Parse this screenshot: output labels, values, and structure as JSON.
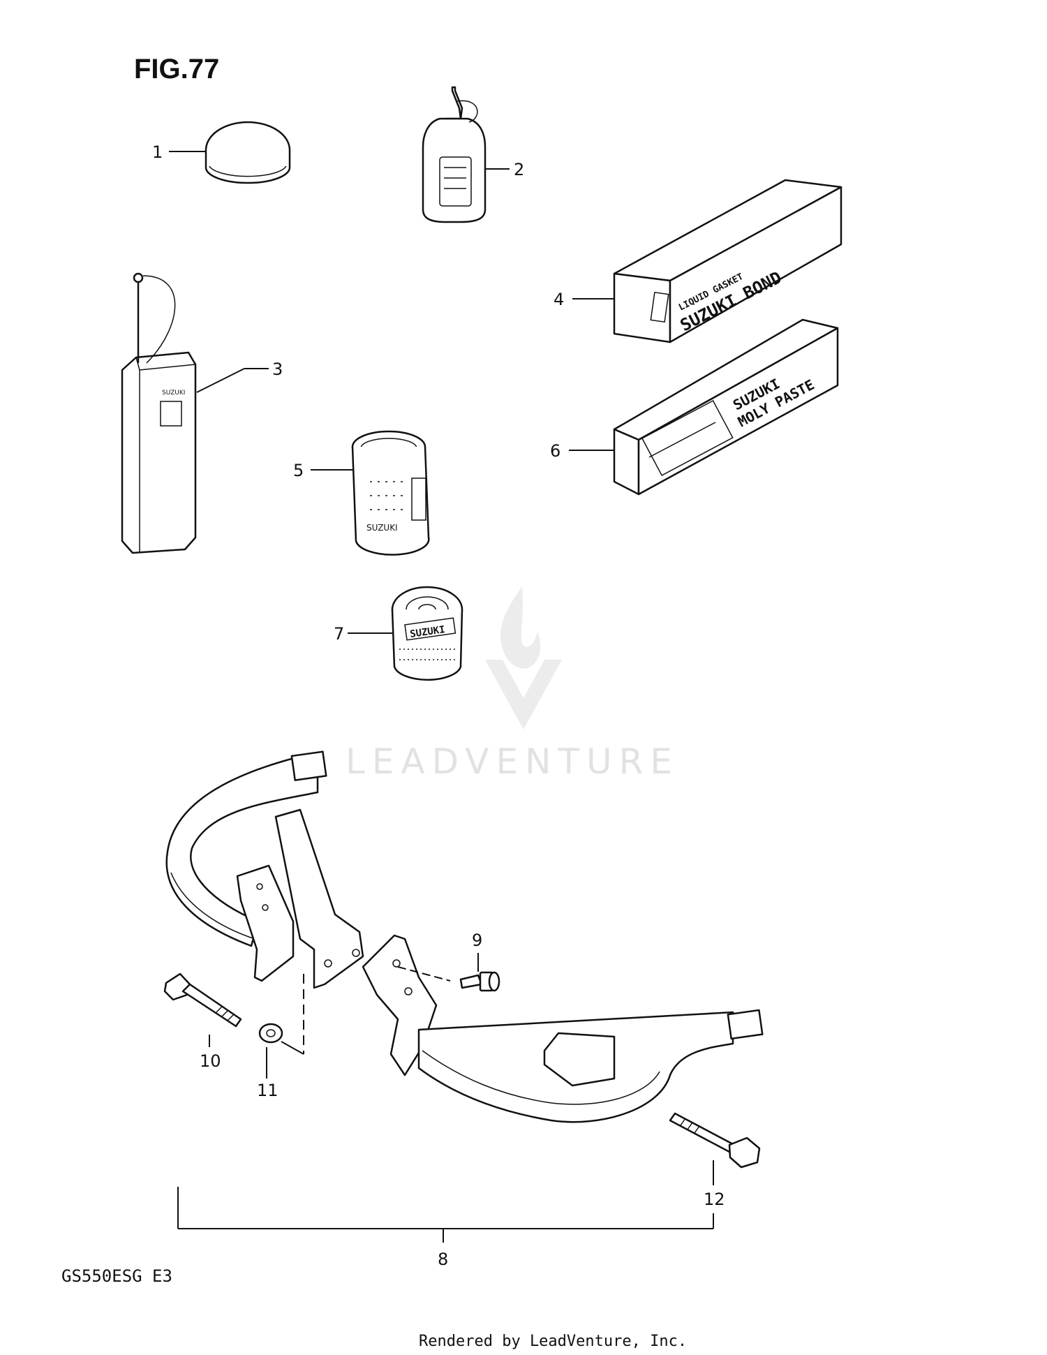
{
  "figure": {
    "title": "FIG.77"
  },
  "callouts": [
    {
      "id": "1",
      "label": "1"
    },
    {
      "id": "2",
      "label": "2"
    },
    {
      "id": "3",
      "label": "3"
    },
    {
      "id": "4",
      "label": "4"
    },
    {
      "id": "5",
      "label": "5"
    },
    {
      "id": "6",
      "label": "6"
    },
    {
      "id": "7",
      "label": "7"
    },
    {
      "id": "8",
      "label": "8"
    },
    {
      "id": "9",
      "label": "9"
    },
    {
      "id": "10",
      "label": "10"
    },
    {
      "id": "11",
      "label": "11"
    },
    {
      "id": "12",
      "label": "12"
    }
  ],
  "product_labels": {
    "bond_line1": "LIQUID GASKET",
    "bond_line2": "SUZUKI BOND",
    "paste_line1": "SUZUKI",
    "paste_line2": "MOLY PASTE",
    "can_small": "SUZUKI"
  },
  "model_code": "GS550ESG E3",
  "watermark": "LEADVENTURE",
  "footer": "Rendered by LeadVenture, Inc."
}
